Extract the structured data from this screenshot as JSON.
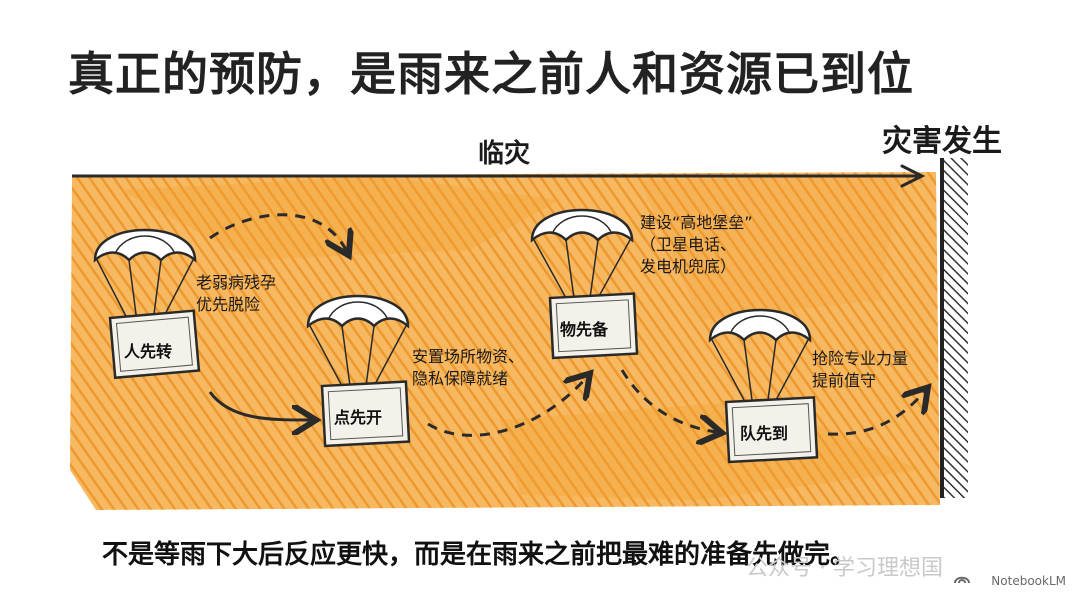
{
  "title": "真正的预防，是雨来之前人和资源已到位",
  "timeline": {
    "label": "临灾",
    "end_label": "灾害发生"
  },
  "steps": [
    {
      "box": "人先转",
      "desc": [
        "老弱病残孕",
        "优先脱险"
      ]
    },
    {
      "box": "点先开",
      "desc": [
        "安置场所物资、",
        "隐私保障就绪"
      ]
    },
    {
      "box": "物先备",
      "desc": [
        "建设“高地堡垒”",
        "（卫星电话、",
        "发电机兜底）"
      ]
    },
    {
      "box": "队先到",
      "desc": [
        "抢险专业力量",
        "提前值守"
      ]
    }
  ],
  "bottom_text": "不是等雨下大后反应更快，而是在雨来之前把最难的准备先做完。",
  "watermark": "公众号 · 学习理想国",
  "badge": "NotebookLM",
  "colors": {
    "orange": "#f3a032",
    "ink": "#2a2a2a"
  }
}
